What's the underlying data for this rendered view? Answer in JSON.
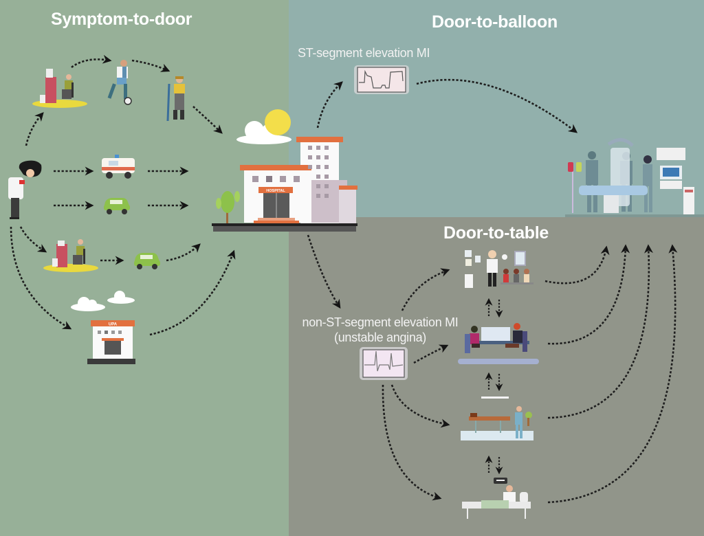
{
  "figure": {
    "panels": [
      {
        "id": "symptom-to-door",
        "title": "Symptom-to-door",
        "color": "#97b098"
      },
      {
        "id": "door-to-balloon",
        "title": "Door-to-balloon",
        "color": "#92b0ac"
      },
      {
        "id": "door-to-table",
        "title": "Door-to-table",
        "color": "#91958a"
      }
    ],
    "labels": {
      "stemi": "ST-segment elevation MI",
      "nstemi_line1": "non-ST-segment elevation MI",
      "nstemi_line2": "(unstable angina)"
    },
    "signs": {
      "hospital": "HOSPITAL",
      "upa": "UPA"
    },
    "nodes": {
      "symptom_to_door": [
        "patient-with-chest-pain",
        "office-worker",
        "soccer-player",
        "street-sweeper",
        "ambulance",
        "private-car",
        "clinic-desk",
        "car-from-clinic",
        "upa-clinic",
        "hospital"
      ],
      "door_to_balloon": [
        "stemi-ecg",
        "cath-lab"
      ],
      "door_to_table": [
        "nstemi-ecg",
        "doctor-consultation",
        "cardiology-office",
        "emergency-stretcher",
        "hospital-bed"
      ]
    },
    "edges": [
      {
        "from": "patient",
        "to": "office-worker"
      },
      {
        "from": "office-worker",
        "to": "soccer-player"
      },
      {
        "from": "soccer-player",
        "to": "street-sweeper"
      },
      {
        "from": "street-sweeper",
        "to": "hospital"
      },
      {
        "from": "patient",
        "to": "ambulance"
      },
      {
        "from": "ambulance",
        "to": "hospital"
      },
      {
        "from": "patient",
        "to": "private-car"
      },
      {
        "from": "private-car",
        "to": "hospital"
      },
      {
        "from": "patient",
        "to": "clinic-desk"
      },
      {
        "from": "clinic-desk",
        "to": "car-from-clinic"
      },
      {
        "from": "car-from-clinic",
        "to": "hospital"
      },
      {
        "from": "patient",
        "to": "upa-clinic"
      },
      {
        "from": "upa-clinic",
        "to": "hospital"
      },
      {
        "from": "hospital",
        "to": "stemi-ecg"
      },
      {
        "from": "stemi-ecg",
        "to": "cath-lab"
      },
      {
        "from": "hospital",
        "to": "nstemi-ecg"
      },
      {
        "from": "nstemi-ecg",
        "to": "doctor-consultation"
      },
      {
        "from": "nstemi-ecg",
        "to": "cardiology-office"
      },
      {
        "from": "nstemi-ecg",
        "to": "emergency-stretcher"
      },
      {
        "from": "nstemi-ecg",
        "to": "hospital-bed"
      },
      {
        "from": "doctor-consultation",
        "to": "cardiology-office",
        "bidirectional": true
      },
      {
        "from": "cardiology-office",
        "to": "emergency-stretcher",
        "bidirectional": true
      },
      {
        "from": "emergency-stretcher",
        "to": "hospital-bed",
        "bidirectional": true
      },
      {
        "from": "doctor-consultation",
        "to": "cath-lab"
      },
      {
        "from": "cardiology-office",
        "to": "cath-lab"
      },
      {
        "from": "emergency-stretcher",
        "to": "cath-lab"
      },
      {
        "from": "hospital-bed",
        "to": "cath-lab"
      }
    ]
  }
}
